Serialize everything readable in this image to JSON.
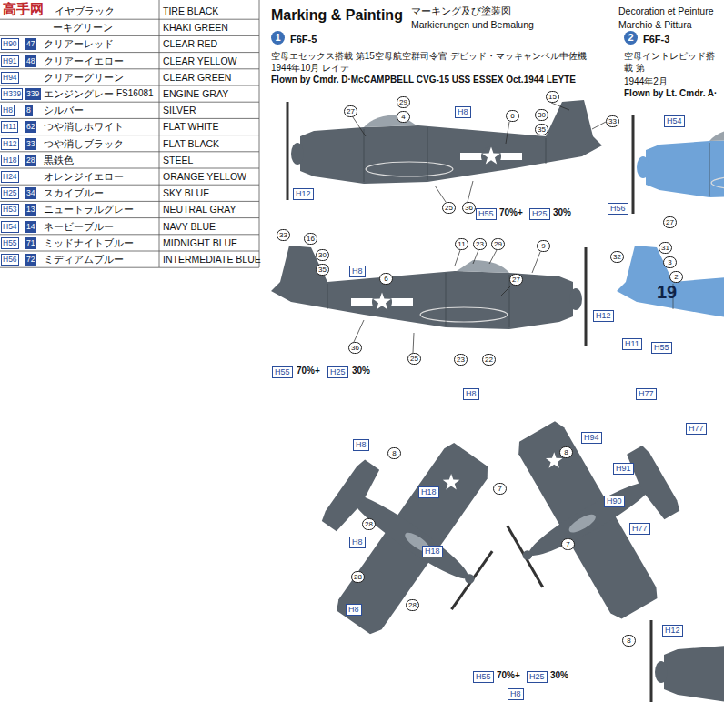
{
  "diagram": {
    "title": "Marking & Painting",
    "labels": [
      "高手网",
      "イヤブラック",
      "TIRE BLACK",
      "ーキグリーン",
      "KHAKI GREEN",
      "H90",
      "47",
      "クリアーレッド",
      "CLEAR RED",
      "H91",
      "48",
      "クリアーイエロー",
      "CLEAR YELLOW",
      "H94",
      "クリアーグリーン",
      "CLEAR GREEN",
      "H339",
      "339",
      "エンジングレー",
      "FS16081",
      "ENGINE GRAY",
      "H8",
      "8",
      "シルバー",
      "SILVER",
      "H11",
      "62",
      "つや消しホワイト",
      "FLAT WHITE",
      "H12",
      "33",
      "つや消しブラック",
      "FLAT BLACK",
      "H18",
      "28",
      "黒鉄色",
      "STEEL",
      "H24",
      "オレンジイエロー",
      "ORANGE YELLOW",
      "H25",
      "34",
      "スカイブルー",
      "SKY BLUE",
      "H53",
      "13",
      "ニュートラルグレー",
      "NEUTRAL GRAY",
      "H54",
      "14",
      "ネービーブルー",
      "NAVY BLUE",
      "H55",
      "71",
      "ミッドナイトブルー",
      "MIDNIGHT BLUE",
      "H56",
      "72",
      "ミディアムブルー",
      "INTERMEDIATE BLUE",
      "マーキング及び塗装図",
      "Markierungen und Bemalung",
      "Decoration et Peinture",
      "Marchio & Pittura",
      "1",
      "F6F-5",
      "空母エセックス搭載 第15空母航空群司令官 デビッド・マッキャンベル中佐機",
      "1944年10月 レイテ",
      "Flown by Cmdr. D·McCAMPBELL CVG-15 USS ESSEX Oct.1944 LEYTE",
      "2",
      "F6F-3",
      "空母イントレピッド搭載 第",
      "1944年2月",
      "Flown by Lt. Cmdr. A·",
      "27",
      "29",
      "4",
      "H8",
      "6",
      "15",
      "30",
      "35",
      "33",
      "H12",
      "25",
      "36",
      "H55",
      "70%+",
      "H25",
      "30%",
      "33",
      "16",
      "30",
      "35",
      "H8",
      "6",
      "11",
      "23",
      "29",
      "9",
      "27",
      "H12",
      "36",
      "25",
      "23",
      "22",
      "H55",
      "70%+",
      "H25",
      "30%",
      "H54",
      "H56",
      "27",
      "32",
      "31",
      "3",
      "2",
      "19",
      "H11",
      "H55",
      "H8",
      "8",
      "H18",
      "28",
      "H8",
      "H18",
      "28",
      "28",
      "H8",
      "H8",
      "H77",
      "H77",
      "H94",
      "8",
      "H91",
      "7",
      "H90",
      "H77",
      "7",
      "8",
      "H55",
      "70%+",
      "H25",
      "30%",
      "H8",
      "H12"
    ]
  }
}
